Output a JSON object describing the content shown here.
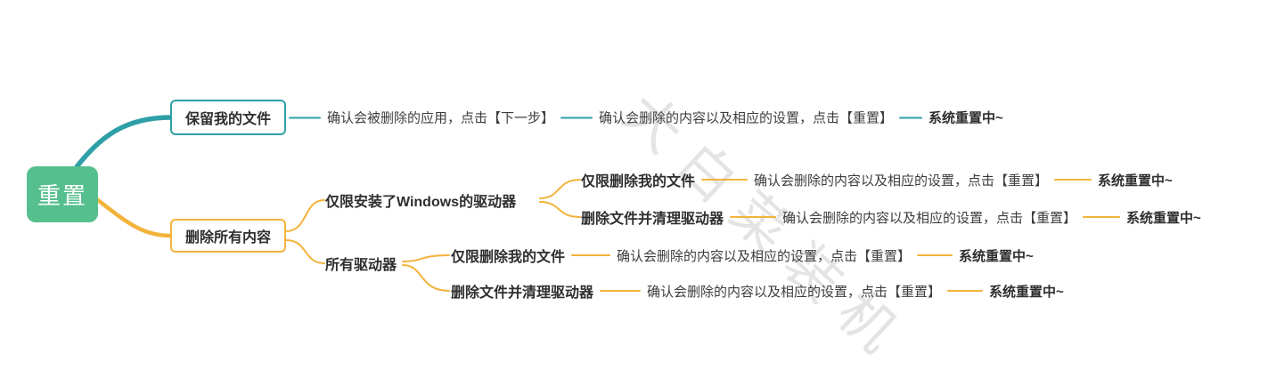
{
  "root": {
    "label": "重置"
  },
  "keep": {
    "node": "保留我的文件",
    "step1": "确认会被删除的应用，点击【下一步】",
    "step2": "确认会删除的内容以及相应的设置，点击【重置】",
    "done": "系统重置中~"
  },
  "remove": {
    "node": "删除所有内容",
    "windows_drive": {
      "label": "仅限安装了Windows的驱动器",
      "files_only": {
        "label": "仅限删除我的文件",
        "confirm": "确认会删除的内容以及相应的设置，点击【重置】",
        "done": "系统重置中~"
      },
      "clean_drive": {
        "label": "删除文件并清理驱动器",
        "confirm": "确认会删除的内容以及相应的设置，点击【重置】",
        "done": "系统重置中~"
      }
    },
    "all_drives": {
      "label": "所有驱动器",
      "files_only": {
        "label": "仅限删除我的文件",
        "confirm": "确认会删除的内容以及相应的设置，点击【重置】",
        "done": "系统重置中~"
      },
      "clean_drive": {
        "label": "删除文件并清理驱动器",
        "confirm": "确认会删除的内容以及相应的设置，点击【重置】",
        "done": "系统重置中~"
      }
    }
  },
  "watermark": "大白菜装机",
  "colors": {
    "root_green": "#56bf8e",
    "branch_teal": "#2f9fa8",
    "branch_yellow": "#f3b33b",
    "watermark_gray": "#d9d9d9"
  }
}
